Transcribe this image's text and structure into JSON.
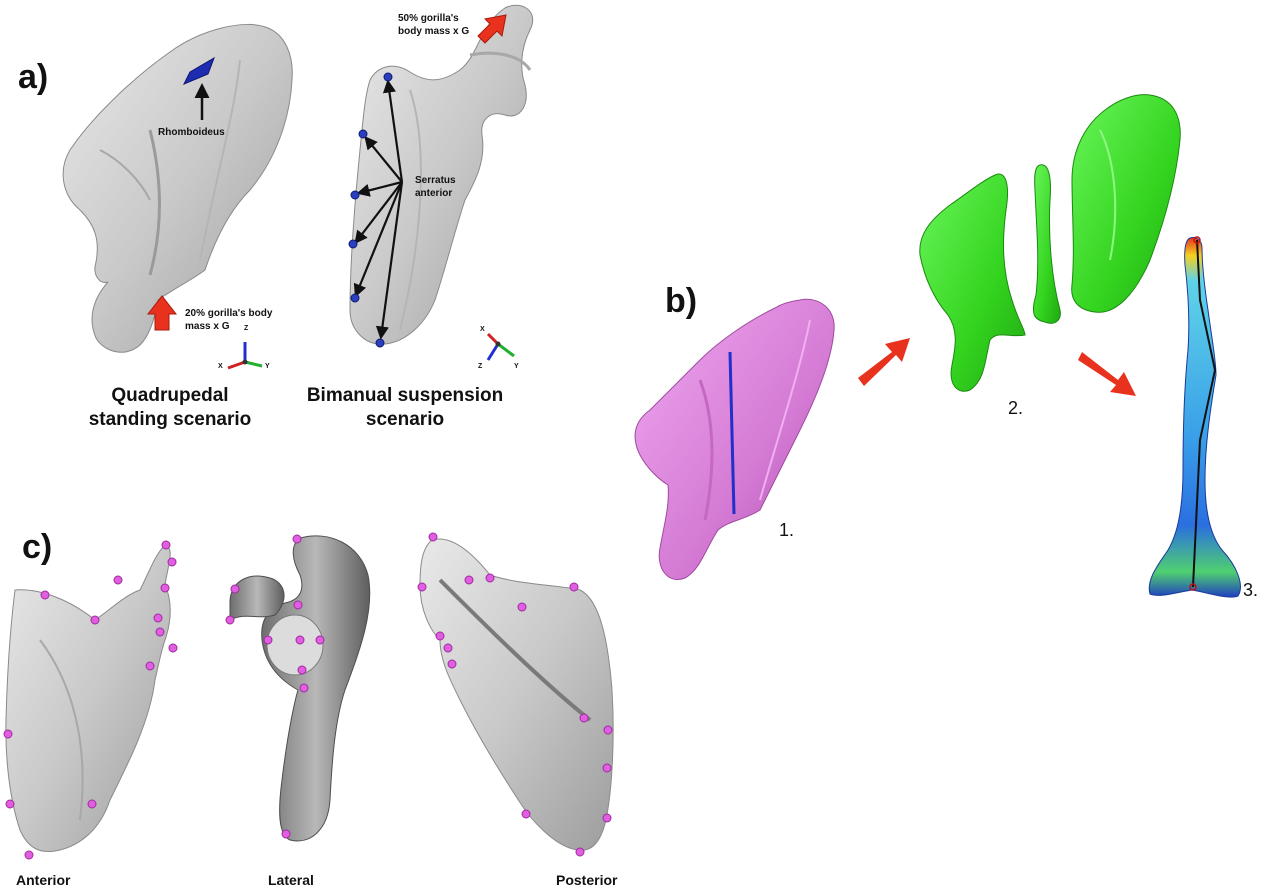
{
  "panels": {
    "a": {
      "letter": "a)",
      "quadrupedal": {
        "muscle_label": "Rhomboideus",
        "force_label_line1": "20% gorilla's body",
        "force_label_line2": "mass x G",
        "scenario_line1": "Quadrupedal",
        "scenario_line2": "standing scenario",
        "axes": [
          "Z",
          "X",
          "Y"
        ]
      },
      "bimanual": {
        "muscle_label_line1": "Serratus",
        "muscle_label_line2": "anterior",
        "force_label_line1": "50% gorilla's",
        "force_label_line2": "body mass x G",
        "scenario_line1": "Bimanual suspension",
        "scenario_line2": "scenario",
        "axes": [
          "X",
          "Z",
          "Y"
        ]
      }
    },
    "b": {
      "letter": "b)",
      "steps": [
        "1.",
        "2.",
        "3."
      ]
    },
    "c": {
      "letter": "c)",
      "views": [
        "Anterior",
        "Lateral",
        "Posterior"
      ]
    }
  },
  "colors": {
    "bone": "#cfcfcf",
    "bone_dark": "#8a8a8a",
    "mesh_pink": "#d97fd9",
    "mesh_green": "#3ee02a",
    "force_arrow": "#e8321e",
    "landmark_blue": "#2a3fbf",
    "landmark_pink": "#e05ee0"
  }
}
